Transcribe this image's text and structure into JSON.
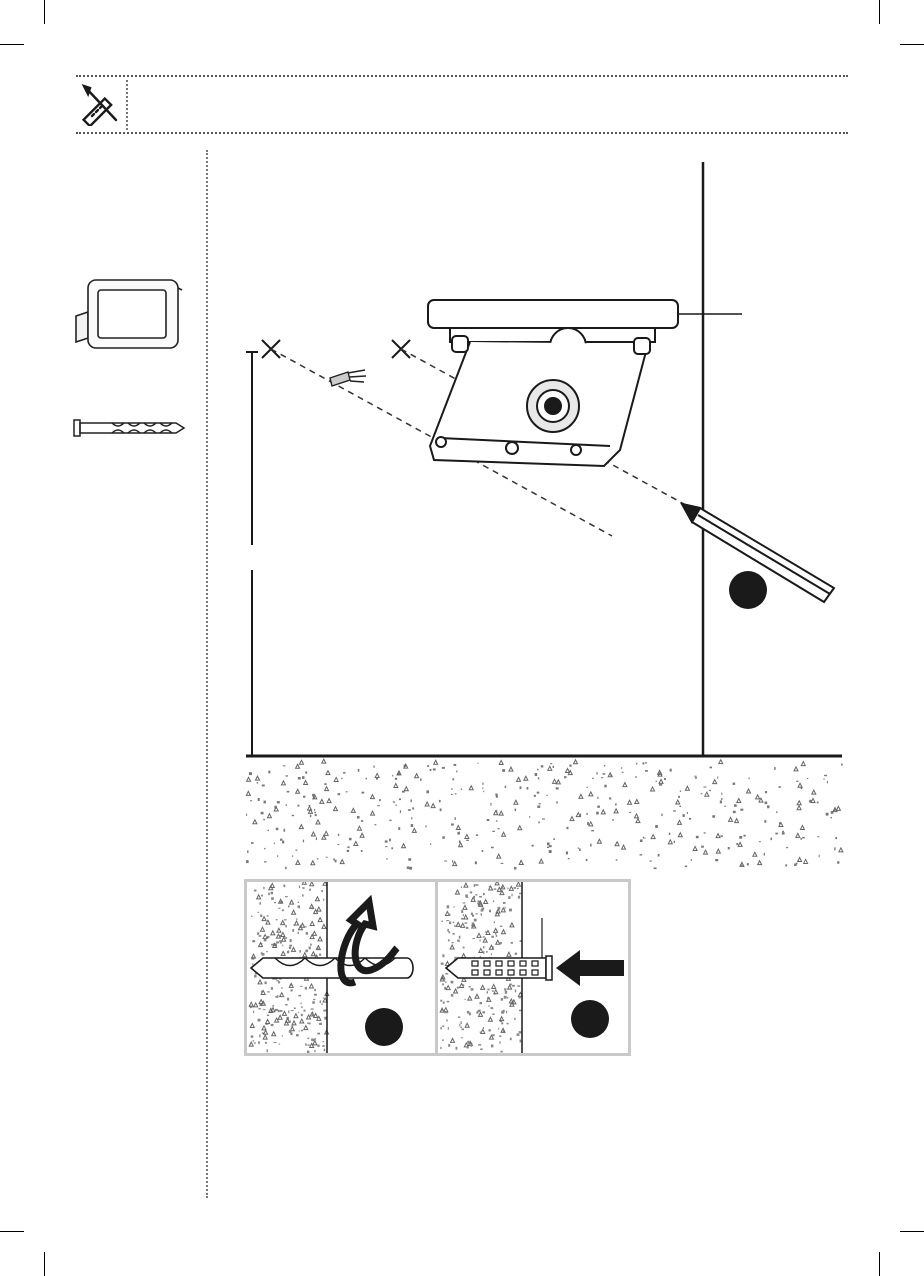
{
  "page": {
    "section_icon": "tools-icon",
    "parts_icons": [
      "floodlight-icon",
      "wall-plug-icon"
    ],
    "step_badges": [
      "step-1-badge",
      "step-2-badge",
      "step-3-badge"
    ],
    "colors": {
      "ink": "#1a1a1a",
      "panel_border": "#c9c9c9",
      "rule": "#555555"
    }
  }
}
